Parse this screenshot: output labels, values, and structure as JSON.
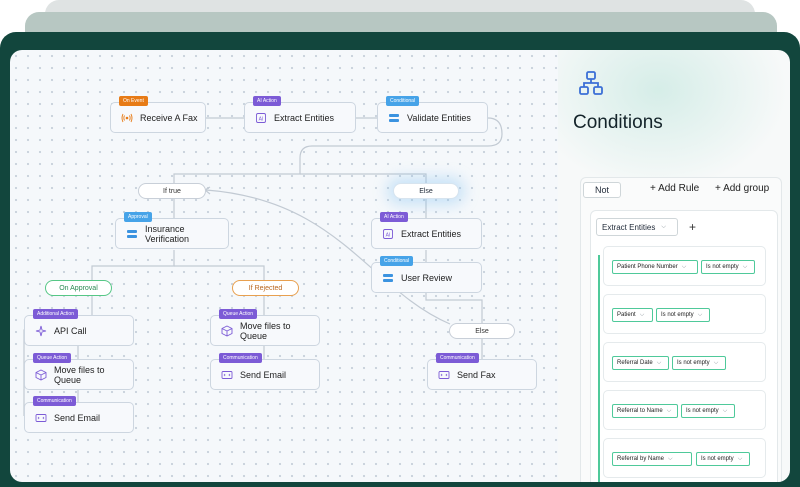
{
  "colors": {
    "frame": "#12463d",
    "accent_green": "#4fc99a",
    "tag_orange": "#e77b16",
    "tag_purple": "#7c5bd6",
    "tag_blue": "#3b93e0"
  },
  "workflow": {
    "nodes": {
      "receive_fax": {
        "tag": "On Event",
        "label": "Receive A Fax",
        "icon": "signal-icon"
      },
      "extract_entities_1": {
        "tag": "AI Action",
        "label": "Extract Entities",
        "icon": "ai-icon"
      },
      "validate_entities": {
        "tag": "Conditional",
        "label": "Validate Entities",
        "icon": "condition-icon"
      },
      "insurance_verification": {
        "tag": "Approval",
        "label": "Insurance Verification",
        "icon": "condition-icon"
      },
      "extract_entities_2": {
        "tag": "AI Action",
        "label": "Extract Entities",
        "icon": "ai-icon"
      },
      "user_review": {
        "tag": "Conditional",
        "label": "User Review",
        "icon": "condition-icon"
      },
      "api_call": {
        "tag": "Additional Action",
        "label": "API Call",
        "icon": "sparkle-icon"
      },
      "move_files_queue_1": {
        "tag": "Queue Action",
        "label": "Move files to Queue",
        "icon": "cube-icon"
      },
      "send_email_1": {
        "tag": "Communication",
        "label": "Send Email",
        "icon": "email-icon"
      },
      "move_files_queue_2": {
        "tag": "Queue Action",
        "label": "Move files to Queue",
        "icon": "cube-icon"
      },
      "send_email_2": {
        "tag": "Communication",
        "label": "Send Email",
        "icon": "email-icon"
      },
      "send_fax": {
        "tag": "Communication",
        "label": "Send Fax",
        "icon": "email-icon"
      }
    },
    "branches": {
      "if_true": "If true",
      "else_top": "Else",
      "on_approval": "On Approval",
      "if_rejected": "If Rejected",
      "else_bottom": "Else"
    }
  },
  "conditions": {
    "title": "Conditions",
    "not_label": "Not",
    "add_rule": "+ Add Rule",
    "add_group": "+ Add group",
    "entity_select": "Extract Entities",
    "add_plus": "+",
    "rules": [
      {
        "field": "Patient Phone Number",
        "operator": "Is not empty"
      },
      {
        "field": "Patient",
        "operator": "Is not empty"
      },
      {
        "field": "Referral Date",
        "operator": "Is not empty"
      },
      {
        "field": "Referral to Name",
        "operator": "Is not empty"
      },
      {
        "field": "Referral by Name",
        "operator": "Is not empty"
      }
    ]
  }
}
